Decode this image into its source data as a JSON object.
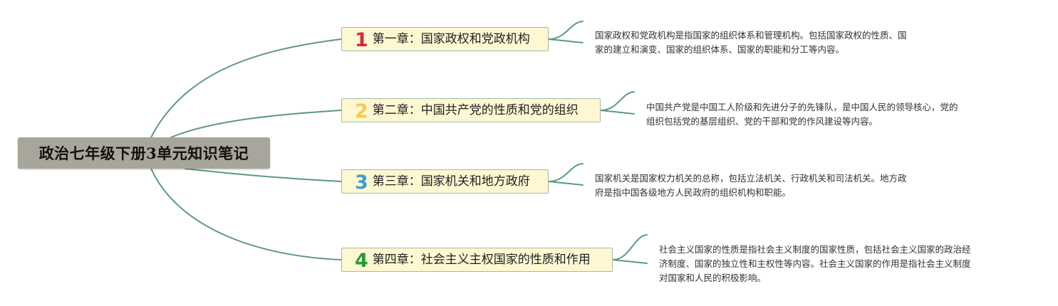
{
  "root": {
    "title": "政治七年级下册3单元知识笔记"
  },
  "colors": {
    "connector": "#5e9882",
    "root_fill": "#a8a69a",
    "chapter_fill": "#fdf7d2",
    "num1": "#d8283b",
    "num2": "#f3cb4f",
    "num3": "#3a9fd5",
    "num4": "#2a9a34"
  },
  "chapters": [
    {
      "number": "1",
      "label": "第一章：国家政权和党政机构",
      "note_line1": "国家政权和党政机构是指国家的组织体系和管理机构。包括国家政权的性质、国",
      "note_line2": "家的建立和演变、国家的组织体系、国家的职能和分工等内容。",
      "note_line3": ""
    },
    {
      "number": "2",
      "label": "第二章：中国共产党的性质和党的组织",
      "note_line1": "中国共产党是中国工人阶级和先进分子的先锋队，是中国人民的领导核心，党的",
      "note_line2": "组织包括党的基层组织、党的干部和党的作风建设等内容。",
      "note_line3": ""
    },
    {
      "number": "3",
      "label": "第三章：国家机关和地方政府",
      "note_line1": "国家机关是国家权力机关的总称，包括立法机关、行政机关和司法机关。地方政",
      "note_line2": "府是指中国各级地方人民政府的组织机构和职能。",
      "note_line3": ""
    },
    {
      "number": "4",
      "label": "第四章：社会主义主权国家的性质和作用",
      "note_line1": "社会主义国家的性质是指社会主义制度的国家性质，包括社会主义国家的政治经",
      "note_line2": "济制度、国家的独立性和主权性等内容。社会主义国家的作用是指社会主义制度",
      "note_line3": "对国家和人民的积极影响。"
    }
  ]
}
